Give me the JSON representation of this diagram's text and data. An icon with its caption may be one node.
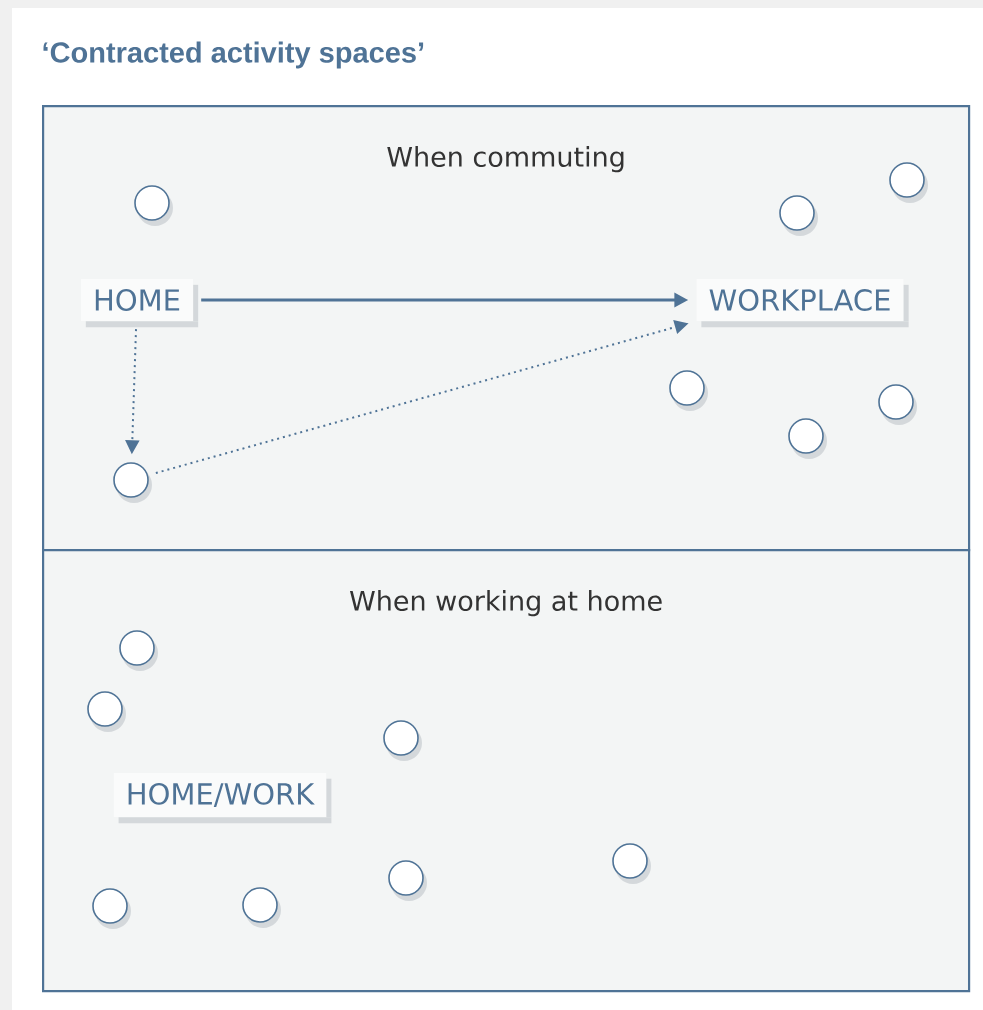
{
  "diagram": {
    "title": "‘Contracted activity spaces’",
    "nodes": [
      {
        "text": [
          "When commuting"
        ]
      },
      {
        "text": [],
        "shape": "circle",
        "in": 0
      },
      {
        "text": [],
        "shape": "circle",
        "in": 0
      },
      {
        "text": [],
        "shape": "circle",
        "in": 0
      },
      {
        "text": [
          "HOME"
        ],
        "in": 0
      },
      {
        "text": [
          "WORKPLACE"
        ],
        "in": 0
      },
      {
        "text": [],
        "shape": "circle",
        "in": 0
      },
      {
        "text": [],
        "shape": "circle",
        "in": 0
      },
      {
        "text": [],
        "shape": "circle",
        "in": 0
      },
      {
        "text": [],
        "shape": "circle",
        "in": 0
      },
      {
        "text": [
          "When working at home"
        ]
      },
      {
        "text": [],
        "shape": "circle",
        "in": 10
      },
      {
        "text": [],
        "shape": "circle",
        "in": 10
      },
      {
        "text": [],
        "shape": "circle",
        "in": 10
      },
      {
        "text": [
          "HOME/WORK"
        ],
        "in": 10
      },
      {
        "text": [],
        "shape": "circle",
        "in": 10
      },
      {
        "text": [],
        "shape": "circle",
        "in": 10
      },
      {
        "text": [],
        "shape": "circle",
        "in": 10
      },
      {
        "text": [],
        "shape": "circle",
        "in": 10
      }
    ],
    "edges": [
      {
        "from": 4,
        "to": 5,
        "arrow": "to"
      },
      {
        "from": 4,
        "to": 9,
        "arrow": "to",
        "style": "dashed"
      },
      {
        "from": 9,
        "to": 5,
        "arrow": "to",
        "style": "dashed"
      }
    ]
  }
}
